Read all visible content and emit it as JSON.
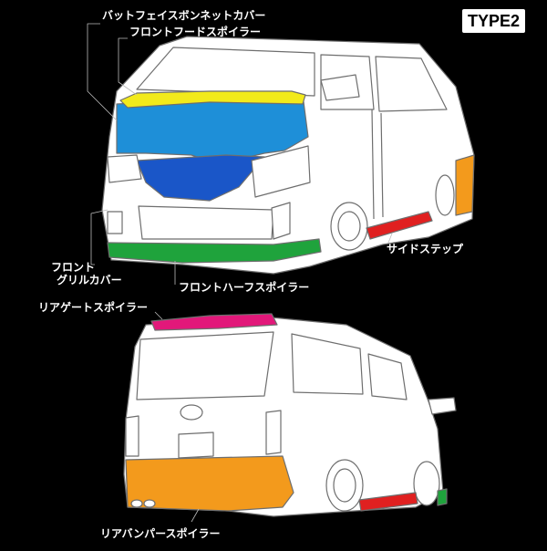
{
  "badge": "TYPE2",
  "labels": {
    "bonnet_cover": "バットフェイスボンネットカバー",
    "front_hood_spoiler": "フロントフードスポイラー",
    "front_grill_cover_line1": "フロント",
    "front_grill_cover_line2": "グリルカバー",
    "front_half_spoiler": "フロントハーフスポイラー",
    "side_step": "サイドステップ",
    "rear_gate_spoiler": "リアゲートスポイラー",
    "rear_bumper_spoiler": "リアバンパースポイラー"
  },
  "colors": {
    "background": "#000000",
    "van_body": "#ffffff",
    "outline": "#6e6e6e",
    "bonnet_cover": "#1e8fd8",
    "front_hood_spoiler": "#f2ea1b",
    "grill_cover": "#1a56c8",
    "front_half_spoiler": "#1fa33c",
    "side_step": "#e02020",
    "rear_gate_spoiler": "#e2187a",
    "rear_bumper_spoiler": "#f39a1c"
  }
}
